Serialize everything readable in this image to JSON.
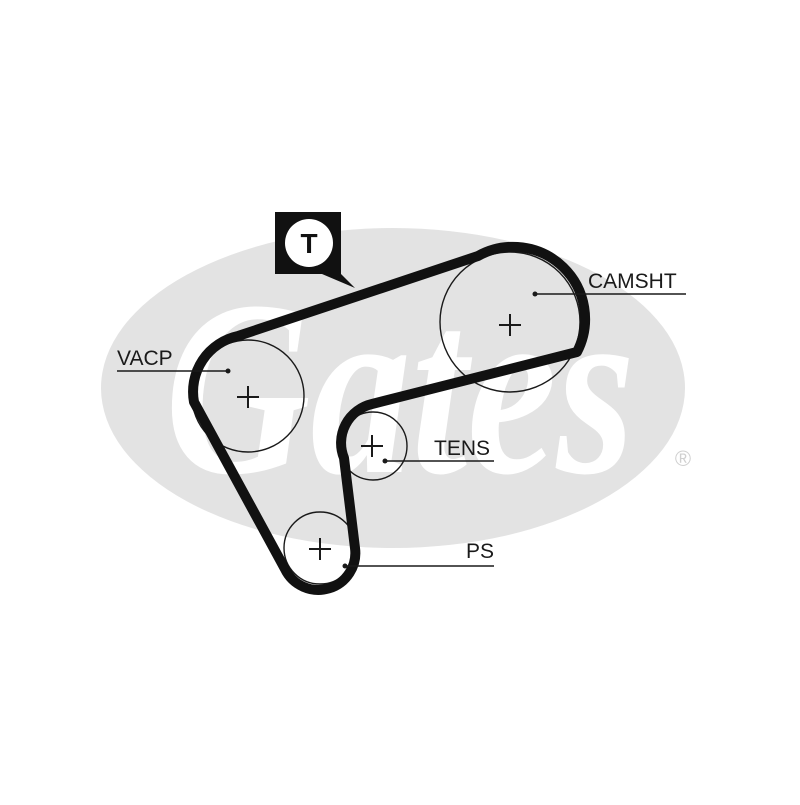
{
  "diagram": {
    "brand_watermark": "Gates",
    "registered_mark": "®",
    "timing_badge": "T",
    "pulleys": [
      {
        "id": "camsht",
        "label": "CAMSHT"
      },
      {
        "id": "vacp",
        "label": "VACP"
      },
      {
        "id": "tens",
        "label": "TENS"
      },
      {
        "id": "ps",
        "label": "PS"
      }
    ]
  },
  "colors": {
    "belt": "#111111",
    "watermark": "#e3e3e3",
    "ink": "#1a1a1a",
    "background": "#ffffff"
  }
}
